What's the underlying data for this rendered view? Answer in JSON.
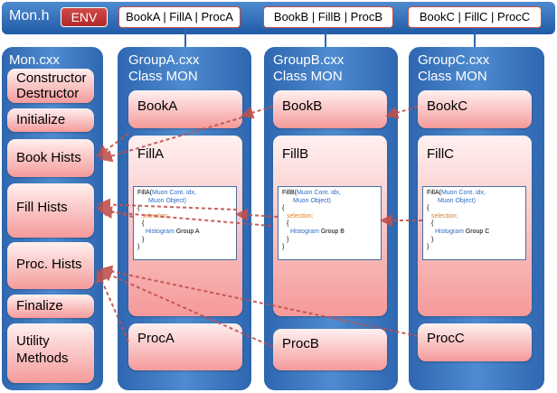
{
  "header": {
    "title": "Mon.h",
    "env": "ENV",
    "groups": [
      "BookA | FillA | ProcA",
      "BookB | FillB | ProcB",
      "BookC | FillC | ProcC"
    ]
  },
  "mon": {
    "title": "Mon.cxx",
    "items": [
      "Constructor\nDestructor",
      "Initialize",
      "Book Hists",
      "Fill Hists",
      "Proc. Hists",
      "Finalize",
      "Utility\nMethods"
    ]
  },
  "groups": [
    {
      "title": "GroupA.cxx\nClass MON",
      "book": "BookA",
      "fill": "FillA",
      "proc": "ProcA",
      "code": {
        "sig": "FillA(",
        "args1": "Muon Cont. idx,",
        "args2": "Muon Object)",
        "close": ")",
        "hist_group": "Group A"
      }
    },
    {
      "title": "GroupB.cxx\nClass MON",
      "book": "BookB",
      "fill": "FillB",
      "proc": "ProcB",
      "code": {
        "sig": "FillB(",
        "args1": "Muon Cont. idx,",
        "args2": "Muon Object)",
        "close": ")",
        "hist_group": "Group B"
      }
    },
    {
      "title": "GroupC.cxx\nClass MON",
      "book": "BookC",
      "fill": "FillC",
      "proc": "ProcC",
      "code": {
        "sig": "FillA(",
        "args1": "Muon Cont. idx,",
        "args2": "Muon Object)",
        "close": ")",
        "hist_group": "Group C"
      }
    }
  ],
  "code_common": {
    "open_brace": "{",
    "selection": "selection;",
    "inner_open": "{",
    "histogram": "Histogram",
    "inner_close": "}",
    "close_brace": "}"
  },
  "colors": {
    "bar": "#1f5aa5",
    "column": "#3a74bd",
    "pink": "#f59a9a",
    "env": "#c0392b",
    "arrow": "#c0504d"
  }
}
